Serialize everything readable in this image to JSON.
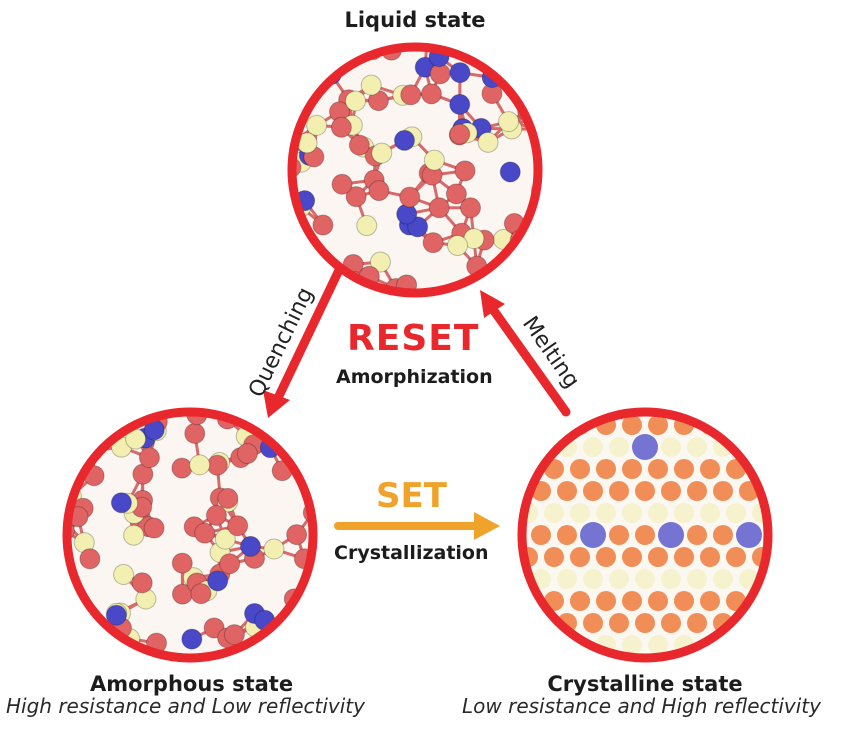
{
  "states": {
    "liquid": {
      "title": "Liquid state"
    },
    "amorphous": {
      "title": "Amorphous state",
      "subtitle": "High resistance and Low reflectivity"
    },
    "crystalline": {
      "title": "Crystalline state",
      "subtitle": "Low resistance and High reflectivity"
    }
  },
  "transitions": {
    "quenching": "Quenching",
    "melting": "Melting",
    "reset": {
      "label": "RESET",
      "process": "Amorphization"
    },
    "set": {
      "label": "SET",
      "process": "Crystallization"
    }
  },
  "colors": {
    "ring": "#e8282d",
    "reset_arrow": "#e8282d",
    "set_arrow": "#f0a32a",
    "atom_red": "#e06464",
    "atom_blue": "#4848c8",
    "atom_yellow": "#f2efb0",
    "atom_orange": "#ee7a3c",
    "atom_pale": "#f4f1c8"
  }
}
